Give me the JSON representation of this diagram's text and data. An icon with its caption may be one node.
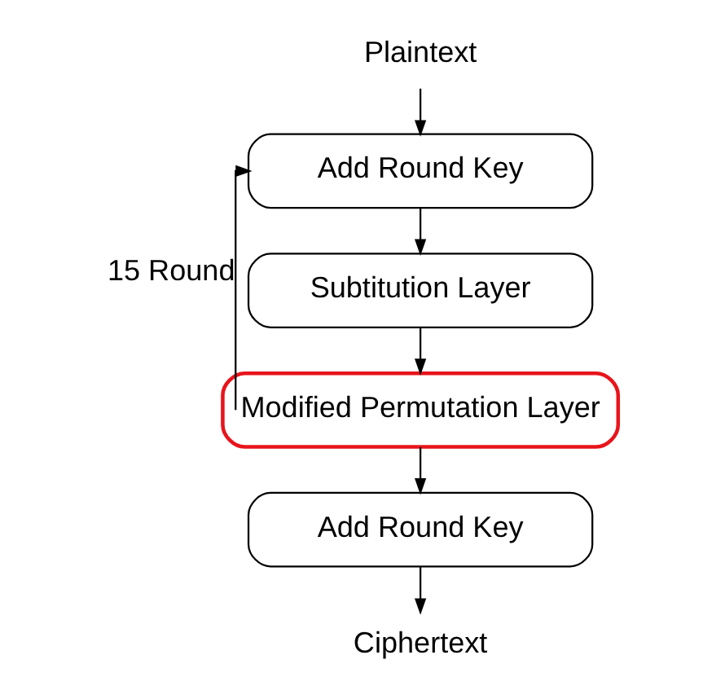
{
  "diagram": {
    "nodes": [
      {
        "text": [
          "Plaintext"
        ]
      },
      {
        "text": [
          "Add Round Key"
        ]
      },
      {
        "text": [
          "Subtitution Layer"
        ]
      },
      {
        "text": [
          "Modified Permutation Layer"
        ]
      },
      {
        "text": [
          "Add Round Key"
        ]
      },
      {
        "text": [
          "Ciphertext"
        ]
      }
    ],
    "edges": [
      {
        "from": 0,
        "to": 1,
        "arrow": "to"
      },
      {
        "from": 1,
        "to": 2,
        "arrow": "to"
      },
      {
        "from": 2,
        "to": 3,
        "arrow": "to"
      },
      {
        "from": 3,
        "to": 1,
        "arrow": "to",
        "label": "15 Round"
      },
      {
        "from": 3,
        "to": 4,
        "arrow": "to"
      },
      {
        "from": 4,
        "to": 5,
        "arrow": "to"
      }
    ]
  }
}
